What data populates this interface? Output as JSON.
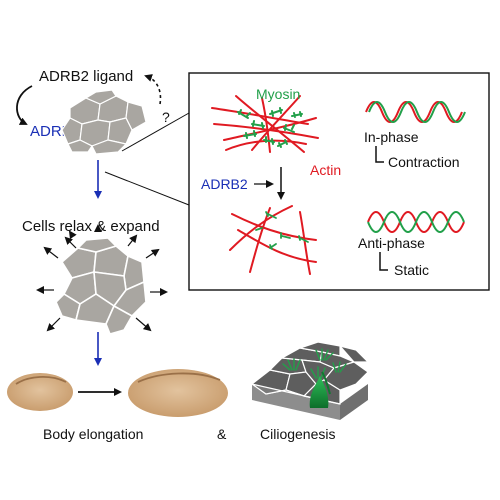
{
  "left_panel": {
    "ligand_label": "ADRB2 ligand",
    "receptor_label": "ADRB2",
    "unknown_mark": "?",
    "relax_label": "Cells relax & expand"
  },
  "inset_panel": {
    "myosin_label": "Myosin",
    "actin_label": "Actin",
    "adrb2_label": "ADRB2",
    "inphase_label": "In-phase",
    "contraction_label": "Contraction",
    "antiphase_label": "Anti-phase",
    "static_label": "Static"
  },
  "bottom": {
    "body_label": "Body elongation",
    "amp_label": "&",
    "cilia_label": "Ciliogenesis"
  },
  "colors": {
    "receptor_blue": "#1a2fb5",
    "myosin_green": "#22a04a",
    "actin_red": "#e01a22",
    "cell_gray": "#a9a6a1",
    "embryo_tan": "#d2ad83"
  }
}
